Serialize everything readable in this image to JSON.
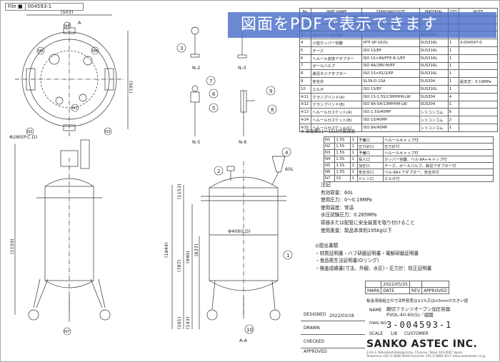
{
  "file_tag": {
    "label": "File ■",
    "value": "004593-1"
  },
  "banner": "図面をPDFで表示できます",
  "parts_table": {
    "headers": [
      "No.",
      "PART NAME",
      "STANDARD/SIZE",
      "MATERIAL",
      "QTY",
      "NOTE"
    ],
    "rows": [
      [
        "1",
        "",
        "",
        "",
        "",
        ""
      ],
      [
        "2",
        "",
        "",
        "",
        "",
        ""
      ],
      [
        "3",
        "サニタリー圧力計",
        "",
        "SUS316L",
        "",
        ""
      ],
      [
        "4",
        "小型ホッパー容器",
        "HTF-SP-10(S)",
        "SUS316L",
        "1",
        "3-004597-0"
      ],
      [
        "5",
        "チーズ",
        "ISO 1S/EP",
        "SUS316L",
        "1",
        ""
      ],
      [
        "6",
        "ヘルール変換アダプター",
        "ISO 1S×8A/FFE-8-1/EP",
        "SUS316L",
        "1",
        ""
      ],
      [
        "7",
        "ボールバルブ",
        "ISO 8A/2BV-M/EP",
        "SUS316L",
        "1",
        ""
      ],
      [
        "8",
        "異径ネジアダプター",
        "ISO 1S×R1/2/EP",
        "SUS316L",
        "1",
        ""
      ],
      [
        "9",
        "安全弁",
        "SL39-D-1SA",
        "SUS304",
        "1",
        "設定圧：0.19MPa"
      ],
      [
        "10",
        "エルボ",
        "ISO 1S/EP",
        "SUS316L",
        "1",
        ""
      ],
      [
        "※11",
        "クランプバンド(A)",
        "ISO 1S-1.5S/13MHHM-LW",
        "SUS304",
        "4",
        ""
      ],
      [
        "※12",
        "クランプバンド(B)",
        "ISO 8A-S4/13MHHM-LW",
        "SUS304",
        "1",
        ""
      ],
      [
        "※13",
        "ヘルールガスケット(A)",
        "ISO 1.5S/40MP",
        "シリコンゴム",
        "6",
        ""
      ],
      [
        "※14",
        "ヘルールガスケット(B)",
        "ISO 1S/40MP",
        "シリコンゴム",
        "2",
        ""
      ],
      [
        "※15",
        "ヘルールガスケット(C)",
        "ISO 8A/40MP",
        "シリコンゴム",
        "1",
        ""
      ]
    ],
    "footnote": "※ 部品欄11〜15は付属部品"
  },
  "connections": [
    [
      "N1",
      "1.5S",
      "1",
      "予備口",
      "ヘルールキャップ付"
    ],
    [
      "N2",
      "1.5S",
      "1",
      "圧力計口",
      "圧力計付"
    ],
    [
      "N3",
      "1.5S",
      "1",
      "予備口",
      "ヘルールキャップ付"
    ],
    [
      "N4",
      "1.5S",
      "1",
      "投入口",
      "ホッパー容器、ベル-8A+キャップ付"
    ],
    [
      "N5",
      "1.5S",
      "1",
      "加圧口",
      "チーズ、ボールバルブ、異径アダプター付"
    ],
    [
      "N6",
      "1.5S",
      "1",
      "安全弁口",
      "ベル-8A+アダプター、安全弁付"
    ],
    [
      "N7",
      "1S",
      "1",
      "ドレン口",
      "エルボ付"
    ]
  ],
  "notes": {
    "title": "注記",
    "lines": [
      "有効容量：60L",
      "使用圧力：0〜0.19MPa",
      "使用温度：常温",
      "水圧試験圧力：0.285MPa",
      "容器または配管に安全装置を取り付けること",
      "使用重量：製品本体約195kg以下"
    ]
  },
  "submissions": {
    "title": "◎提出書類",
    "lines": [
      "・材質証明書・バフ研磨証明書・電解研磨証明書",
      "・食品衛生法証明書(Oリング)",
      "・検査成績書(寸法、外観、水圧)・圧力計：校正証明書"
    ]
  },
  "revision": {
    "date": "2022/05/25",
    "headers": [
      "MARK",
      "DATE",
      "REV",
      "APPROVED"
    ]
  },
  "small_note": "板金溶接組立の寸法許容差は±1%又は±5mmの大きい値",
  "title_block": {
    "labels": [
      "DESIGNED",
      "DRAWN",
      "CHECKED",
      "APPROVED"
    ],
    "date": "2022/03/18",
    "name_label": "NAME",
    "name_lines": [
      "胴切フランジオープン加圧容器",
      "PVOL-40-60(S)／組図"
    ],
    "dwg_label": "DWG NO.",
    "dwg_no": "3-004593-1",
    "scale_label": "SCALE",
    "scale": "1/8",
    "customer_label": "CUSTOMER"
  },
  "company": "SANKO ASTEC INC.",
  "address": [
    "2-63-3, Nihonbashikakigaracho, Chuo-ku, Tokyo 103-0007 Japan",
    "Telephone +81-3-3668-3618 Facsimile +81-3-3668-3617 www.sankoastec.co.jp"
  ],
  "drawing_labels": {
    "top_dim": "(503)",
    "side_dim": "(561)",
    "pcd": "Φ280(P.C.D)",
    "arrow_a": "A",
    "views": [
      "N-2",
      "N-3",
      "N-5",
      "N-6",
      "A-A"
    ],
    "body_dim": "Φ400(I.D)",
    "height_total": "(1844)",
    "d1": "(1159)",
    "d2": "(1153)",
    "d3": "(940)",
    "d4": "(787)",
    "d5": "(637)",
    "d6": "(193)",
    "d7": "(101)",
    "cap": "60L",
    "nozzles": [
      "N1",
      "N2",
      "N3",
      "N4",
      "N5",
      "N6",
      "N7"
    ],
    "balloons": [
      "1",
      "2",
      "3",
      "4",
      "5",
      "6",
      "7",
      "8",
      "9",
      "10"
    ]
  }
}
